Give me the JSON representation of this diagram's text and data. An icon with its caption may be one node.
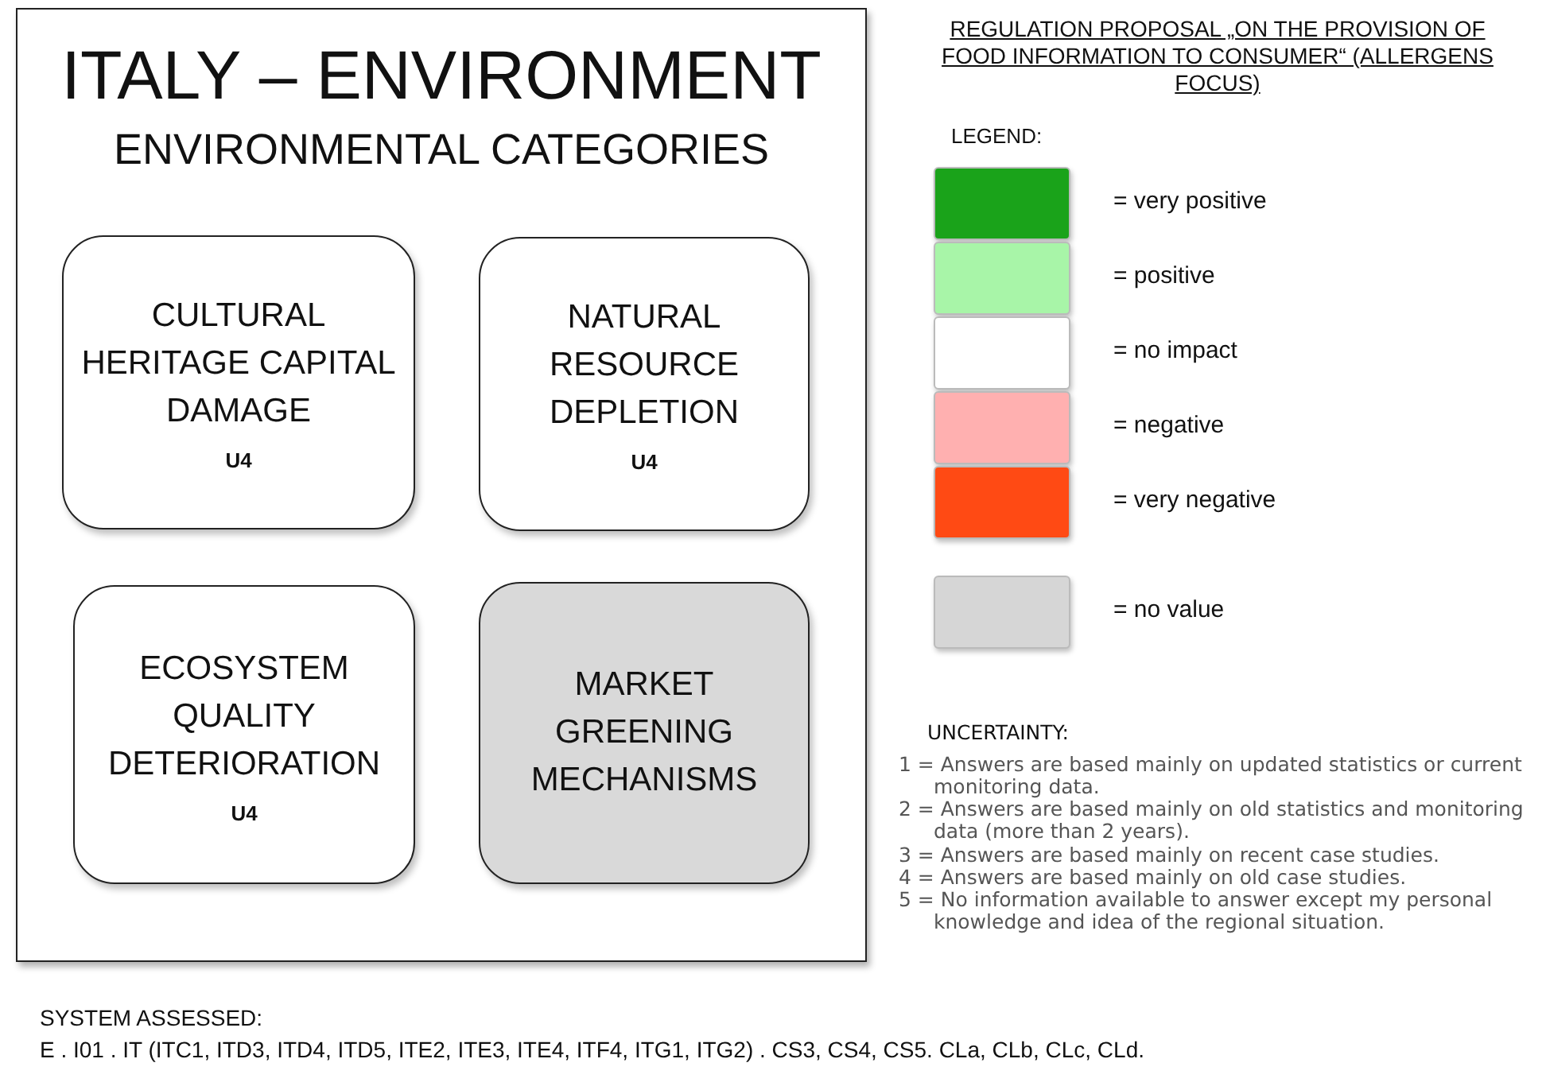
{
  "diagram": {
    "nodes": [
      {
        "text": [
          "ITALY – ENVIRONMENT",
          "ENVIRONMENTAL CATEGORIES"
        ]
      },
      {
        "text": [
          "CULTURAL HERITAGE CAPITAL DAMAGE",
          "U4"
        ],
        "in": 0
      },
      {
        "text": [
          "NATURAL RESOURCE DEPLETION",
          "U4"
        ],
        "in": 0
      },
      {
        "text": [
          "ECOSYSTEM QUALITY DETERIORATION",
          "U4"
        ],
        "in": 0
      },
      {
        "text": [
          "MARKET GREENING MECHANISMS"
        ],
        "in": 0
      }
    ],
    "edges": [],
    "labels": [
      "REGULATION PROPOSAL „ON THE PROVISION OF FOOD INFORMATION TO CONSUMER“ (ALLERGENS FOCUS)",
      "LEGEND:",
      "UNCERTAINTY:",
      "1 = Answers are based mainly on updated statistics or current monitoring data.",
      "2 = Answers are based mainly on old statistics and monitoring data (more than 2 years).",
      "3 = Answers are based mainly on recent case studies.",
      "4 = Answers are based mainly on old case studies.",
      "5 = No information available to answer except my personal knowledge and idea of the regional situation.",
      "SYSTEM ASSESSED:",
      "E . I01 . IT (ITC1, ITD3, ITD4, ITD5, ITE2, ITE3, ITE4, ITF4, ITG1, ITG2) . CS3, CS4, CS5. CLa, CLb, CLc, CLd."
    ],
    "legend": [
      {
        "text": "= very positive",
        "color": "#1aa31a"
      },
      {
        "text": "= positive",
        "color": "#a8f5a8"
      },
      {
        "text": "= no impact",
        "color": "#ffffff"
      },
      {
        "text": "= negative",
        "color": "#ffb0b0"
      },
      {
        "text": "= very negative",
        "color": "#ff4a14"
      },
      {
        "text": "= no value",
        "color": "#d6d6d6"
      }
    ]
  }
}
